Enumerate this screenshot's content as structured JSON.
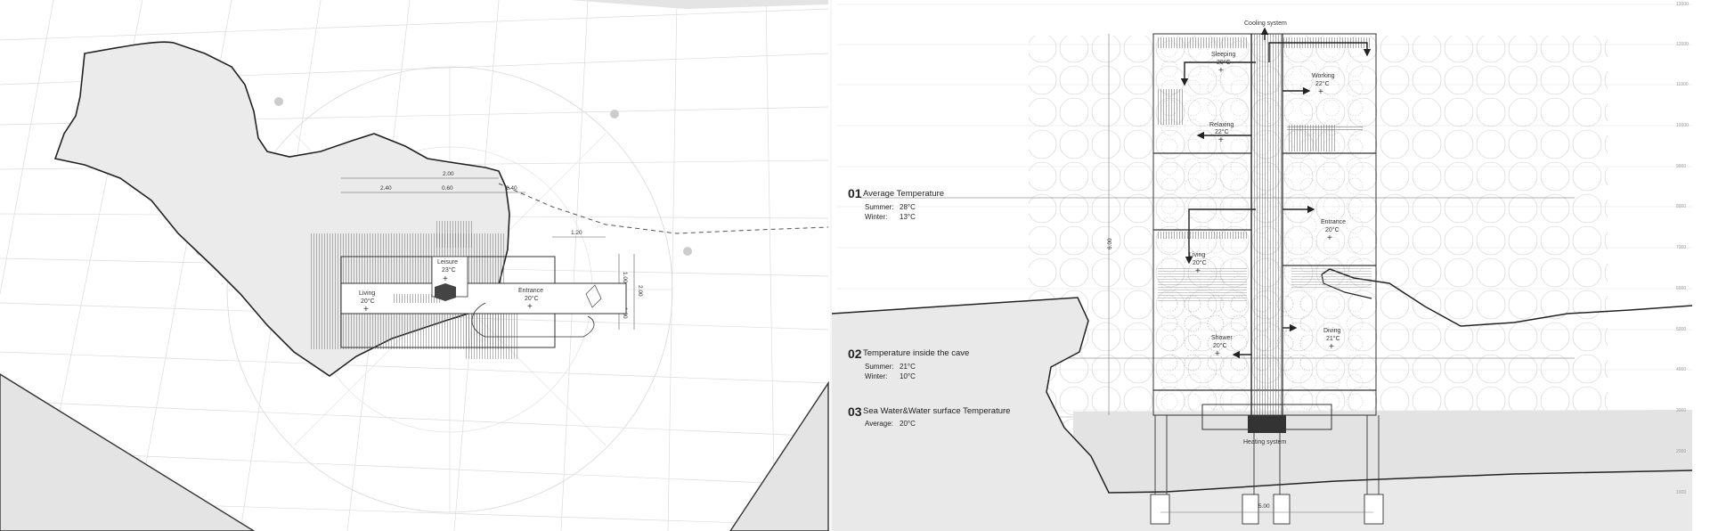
{
  "plan": {
    "dims": {
      "total": "2.00",
      "left": "2.40",
      "mid": "0.60",
      "right": "2.40",
      "r1": "1.20",
      "v1": "1.00",
      "v2": "1.00",
      "v3": "2.00"
    },
    "rooms": [
      {
        "name": "Leisure",
        "temp": "23°C"
      },
      {
        "name": "Living",
        "temp": "20°C"
      },
      {
        "name": "Entrance",
        "temp": "20°C"
      }
    ]
  },
  "section": {
    "cooling": "Cooling system",
    "heating": "Heating system",
    "width_dim": "5.00",
    "height_dim": "6.00",
    "rooms": [
      {
        "name": "Sleeping",
        "temp": "20°C"
      },
      {
        "name": "Working",
        "temp": "22°C"
      },
      {
        "name": "Relaxing",
        "temp": "22°C"
      },
      {
        "name": "Entrance",
        "temp": "20°C"
      },
      {
        "name": "Living",
        "temp": "20°C"
      },
      {
        "name": "Diving",
        "temp": "21°C"
      },
      {
        "name": "Shower",
        "temp": "20°C"
      }
    ],
    "scale": [
      "13000",
      "12000",
      "11000",
      "10000",
      "9000",
      "8000",
      "7000",
      "6000",
      "5000",
      "4000",
      "3000",
      "2000",
      "1000"
    ]
  },
  "legend": [
    {
      "num": "01",
      "title": "Average Temperature",
      "rows": [
        {
          "label": "Summer:",
          "value": "28°C"
        },
        {
          "label": "Winter:",
          "value": "13°C"
        }
      ]
    },
    {
      "num": "02",
      "title": "Temperature inside the cave",
      "rows": [
        {
          "label": "Summer:",
          "value": "21°C"
        },
        {
          "label": "Winter:",
          "value": "10°C"
        }
      ]
    },
    {
      "num": "03",
      "title": "Sea Water&Water surface Temperature",
      "rows": [
        {
          "label": "Average:",
          "value": "20°C"
        }
      ]
    }
  ]
}
